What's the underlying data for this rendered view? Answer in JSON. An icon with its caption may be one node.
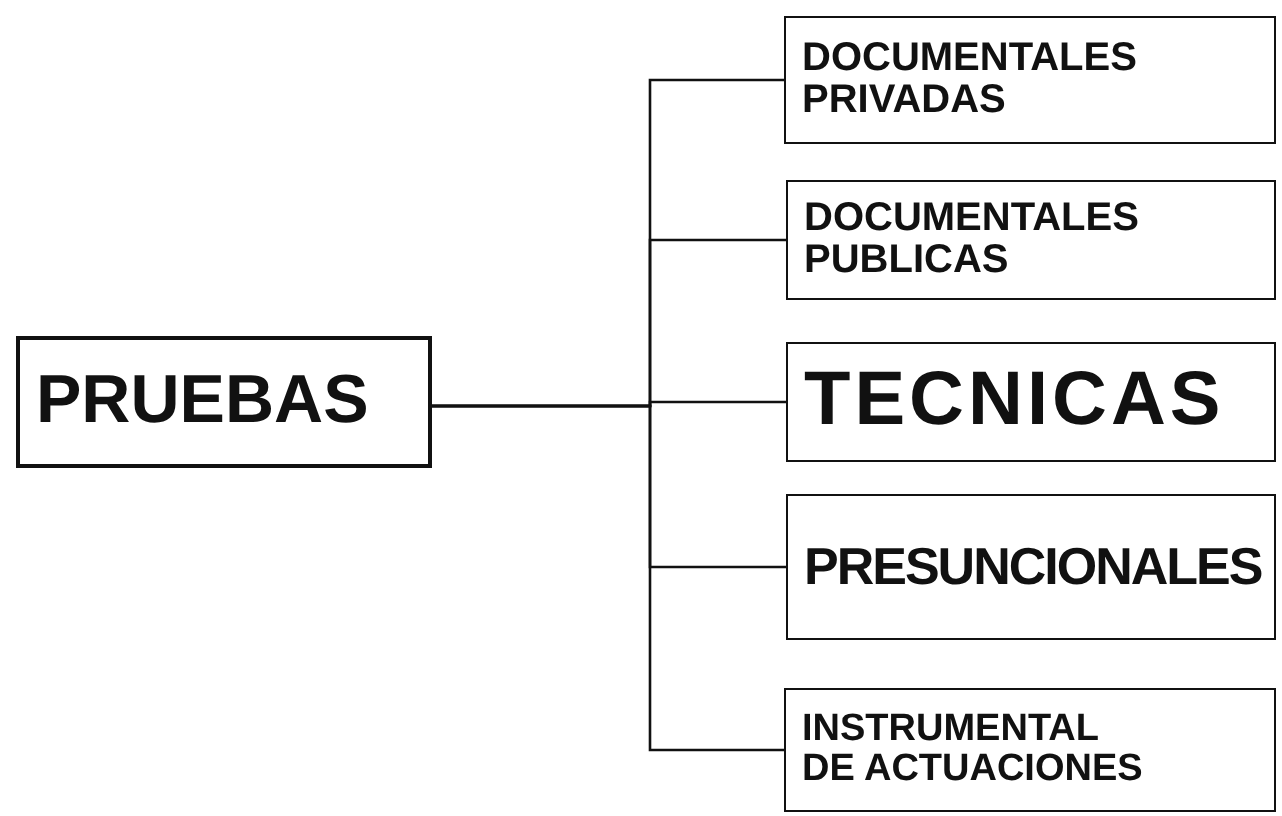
{
  "diagram": {
    "nodes": [
      {
        "text": [
          "PRUEBAS"
        ]
      },
      {
        "text": [
          "DOCUMENTALES PRIVADAS"
        ]
      },
      {
        "text": [
          "DOCUMENTALES PUBLICAS"
        ]
      },
      {
        "text": [
          "TECNICAS"
        ]
      },
      {
        "text": [
          "PRESUNCIONALES"
        ]
      },
      {
        "text": [
          "INSTRUMENTAL DE ACTUACIONES"
        ]
      }
    ],
    "edges": [
      {
        "from": 0,
        "to": 1,
        "arrow": "none"
      },
      {
        "from": 0,
        "to": 2,
        "arrow": "none"
      },
      {
        "from": 0,
        "to": 3,
        "arrow": "none"
      },
      {
        "from": 0,
        "to": 4,
        "arrow": "none"
      },
      {
        "from": 0,
        "to": 5,
        "arrow": "none"
      }
    ]
  }
}
